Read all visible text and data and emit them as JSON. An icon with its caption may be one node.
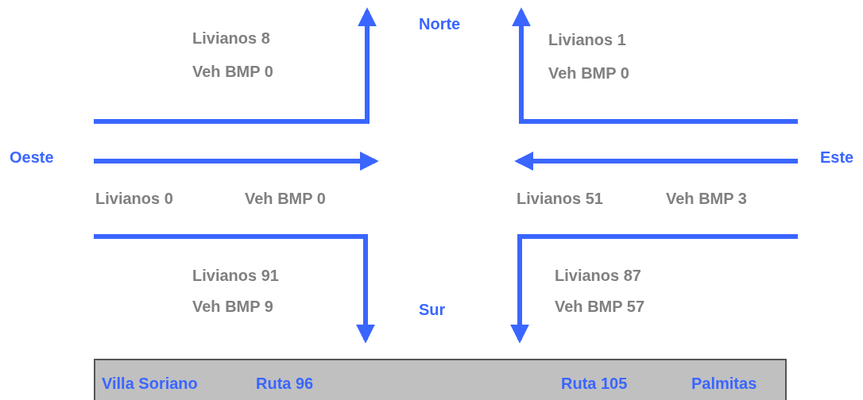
{
  "diagram": {
    "nodes": [
      {
        "text": [
          "Villa Soriano",
          "Ruta 96",
          "Ruta 105",
          "Palmitas"
        ]
      }
    ],
    "labels": [
      "Norte",
      "Livianos 8",
      "Veh BMP 0",
      "Livianos 1",
      "Veh BMP 0",
      "Oeste",
      "Este",
      "Livianos 0",
      "Veh BMP 0",
      "Livianos 51",
      "Veh BMP 3",
      "Livianos 91",
      "Veh BMP 9",
      "Sur",
      "Livianos 87",
      "Veh BMP 57"
    ]
  }
}
